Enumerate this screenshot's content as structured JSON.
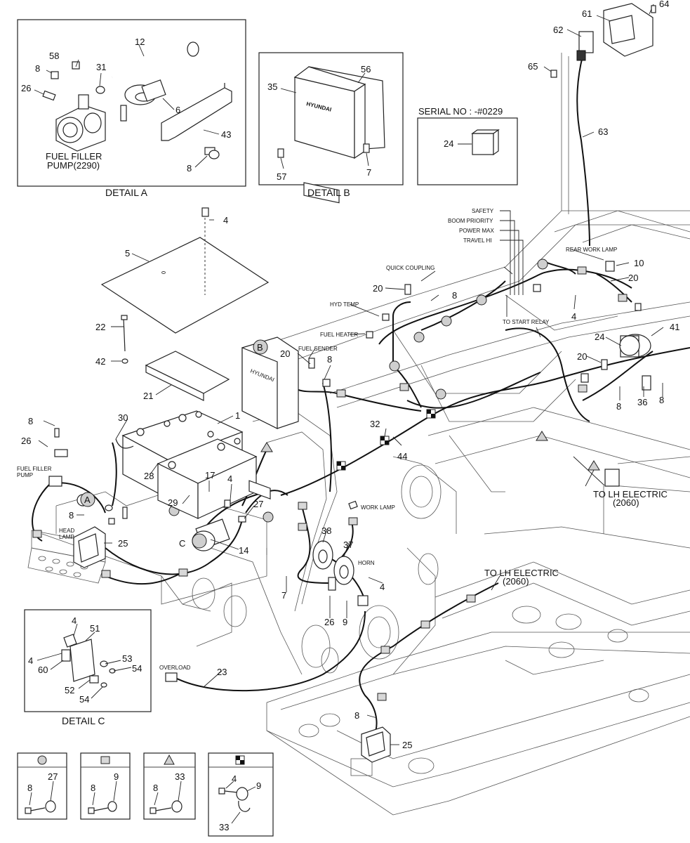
{
  "detail_a": {
    "caption": "DETAIL  A",
    "pump_label_1": "FUEL FILLER",
    "pump_label_2": "PUMP(2290)",
    "callouts": [
      "12",
      "58",
      "8",
      "31",
      "26",
      "6",
      "43",
      "8"
    ]
  },
  "detail_b": {
    "caption": "DETAIL  B",
    "brand": "HYUNDAI",
    "callouts": [
      "35",
      "56",
      "57",
      "7"
    ]
  },
  "serial": {
    "label": "SERIAL NO : -#0229",
    "callout": "24"
  },
  "detail_c": {
    "caption": "DETAIL  C",
    "callouts": [
      "4",
      "51",
      "4",
      "60",
      "53",
      "54",
      "52",
      "54"
    ]
  },
  "top_right": {
    "callouts": [
      "61",
      "64",
      "62",
      "65",
      "63"
    ]
  },
  "switch_labels": [
    "SAFETY",
    "BOOM PRIORITY",
    "POWER MAX",
    "TRAVEL HI"
  ],
  "labels": {
    "rear_work_lamp": "REAR WORK LAMP",
    "quick_coupling": "QUICK COUPLING",
    "hyd_temp": "HYD TEMP",
    "fuel_heater": "FUEL HEATER",
    "fuel_sender": "FUEL SENDER",
    "to_start_relay": "TO START RELAY",
    "to_lh_electric_1": "TO LH ELECTRIC",
    "to_lh_electric_1b": "(2060)",
    "to_lh_electric_2": "TO LH ELECTRIC",
    "to_lh_electric_2b": "(2060)",
    "fuel_filler_pump_1": "FUEL FILLER",
    "fuel_filler_pump_2": "PUMP",
    "head_lamp_1": "HEAD",
    "head_lamp_2": "LAMP",
    "work_lamp": "WORK LAMP",
    "horn": "HORN",
    "overload": "OVERLOAD",
    "marker_a": "A",
    "marker_b": "B",
    "marker_c": "C",
    "ecu_brand": "HYUNDAI"
  },
  "callouts": {
    "n4_top": "4",
    "n5": "5",
    "n22": "22",
    "n42": "42",
    "n21": "21",
    "n20a": "20",
    "n20b": "20",
    "n20c": "20",
    "n20d": "20",
    "n8a": "8",
    "n8b": "8",
    "n8c": "8",
    "n8d": "8",
    "n8e": "8",
    "n8f": "8",
    "n8g": "8",
    "n10": "10",
    "n4b": "4",
    "n24": "24",
    "n41": "41",
    "n36": "36",
    "n32": "32",
    "n44": "44",
    "n1": "1",
    "n30": "30",
    "n26": "26",
    "n28": "28",
    "n17": "17",
    "n4c": "4",
    "n29": "29",
    "n27": "27",
    "n25a": "25",
    "n14": "14",
    "n38": "38",
    "n37": "37",
    "n7": "7",
    "n4d": "4",
    "n26b": "26",
    "n9": "9",
    "n23": "23",
    "n25b": "25"
  },
  "legend": [
    {
      "marker": "circle",
      "parts": [
        "8",
        "27"
      ]
    },
    {
      "marker": "square",
      "parts": [
        "8",
        "9"
      ]
    },
    {
      "marker": "triangle",
      "parts": [
        "8",
        "33"
      ]
    },
    {
      "marker": "checker",
      "parts": [
        "4",
        "9",
        "33"
      ]
    }
  ]
}
